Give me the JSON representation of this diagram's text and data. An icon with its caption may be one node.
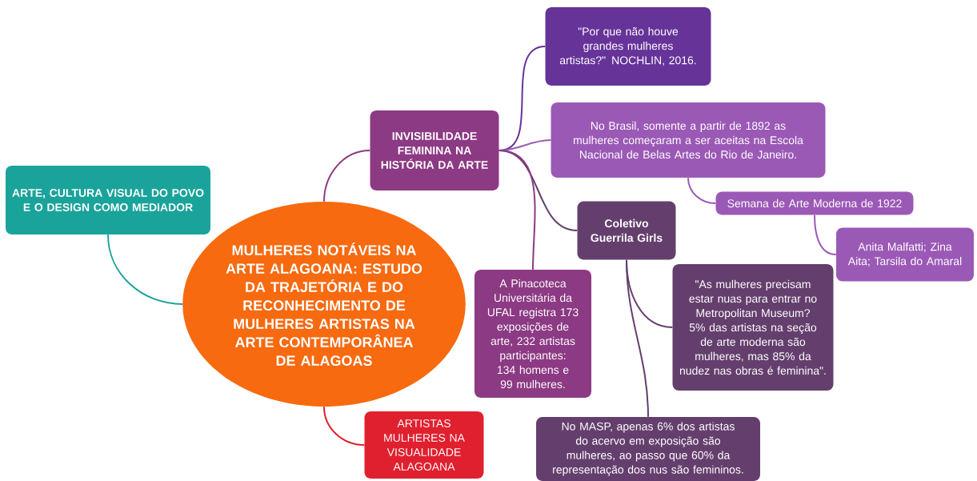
{
  "diagram": {
    "nodes": [
      {
        "text": [
          "MULHERES NOTÁVEIS NA ARTE ALAGOANA: ESTUDO DA TRAJETÓRIA E DO RECONHECIMENTO DE MULHERES ARTISTAS NA ARTE CONTEMPORÂNEA DE ALAGOAS"
        ]
      },
      {
        "text": [
          "ARTE, CULTURA VISUAL DO POVO E O DESIGN COMO MEDIADOR"
        ]
      },
      {
        "text": [
          "INVISIBILIDADE FEMININA NA HISTÓRIA DA ARTE"
        ]
      },
      {
        "text": [
          "\"Por que não houve grandes mulheres artistas?\" NOCHLIN, 2016."
        ]
      },
      {
        "text": [
          "No Brasil, somente a partir de 1892 as mulheres começaram a ser aceitas na Escola Nacional de Belas Artes do Rio de Janeiro."
        ]
      },
      {
        "text": [
          "Semana de Arte Moderna de 1922"
        ]
      },
      {
        "text": [
          "Anita Malfatti; Zina Aita; Tarsila do Amaral"
        ]
      },
      {
        "text": [
          "Coletivo Guerrila Girls"
        ]
      },
      {
        "text": [
          "\"As mulheres precisam estar nuas para entrar no Metropolitan Museum? 5% das artistas na seção de arte moderna são mulheres, mas 85% da nudez nas obras é feminina\"."
        ]
      },
      {
        "text": [
          "No MASP, apenas 6% dos artistas do acervo em exposição são mulheres, ao passo que 60% da representação dos nus são femininos."
        ]
      },
      {
        "text": [
          "A Pinacoteca Universitária da UFAL registra 173 exposições de arte, 232 artistas participantes: 134 homens e 99 mulheres."
        ]
      },
      {
        "text": [
          "ARTISTAS MULHERES NA VISUALIDADE ALAGOANA"
        ]
      }
    ],
    "edges": [
      {
        "from": 0,
        "to": 1,
        "arrow": "none",
        "color": "#1aa39a"
      },
      {
        "from": 0,
        "to": 2,
        "arrow": "none",
        "color": "#8c3a83"
      },
      {
        "from": 0,
        "to": 11,
        "arrow": "none",
        "color": "#e0202f"
      },
      {
        "from": 2,
        "to": 3,
        "arrow": "none",
        "color": "#663399"
      },
      {
        "from": 2,
        "to": 4,
        "arrow": "none",
        "color": "#9b59b6"
      },
      {
        "from": 2,
        "to": 7,
        "arrow": "none",
        "color": "#643f6d"
      },
      {
        "from": 2,
        "to": 10,
        "arrow": "none",
        "color": "#8c3a83"
      },
      {
        "from": 4,
        "to": 5,
        "arrow": "none",
        "color": "#9b59b6"
      },
      {
        "from": 5,
        "to": 6,
        "arrow": "none",
        "color": "#9b59b6"
      },
      {
        "from": 7,
        "to": 8,
        "arrow": "none",
        "color": "#643f6d"
      },
      {
        "from": 7,
        "to": 9,
        "arrow": "none",
        "color": "#643f6d"
      }
    ]
  }
}
